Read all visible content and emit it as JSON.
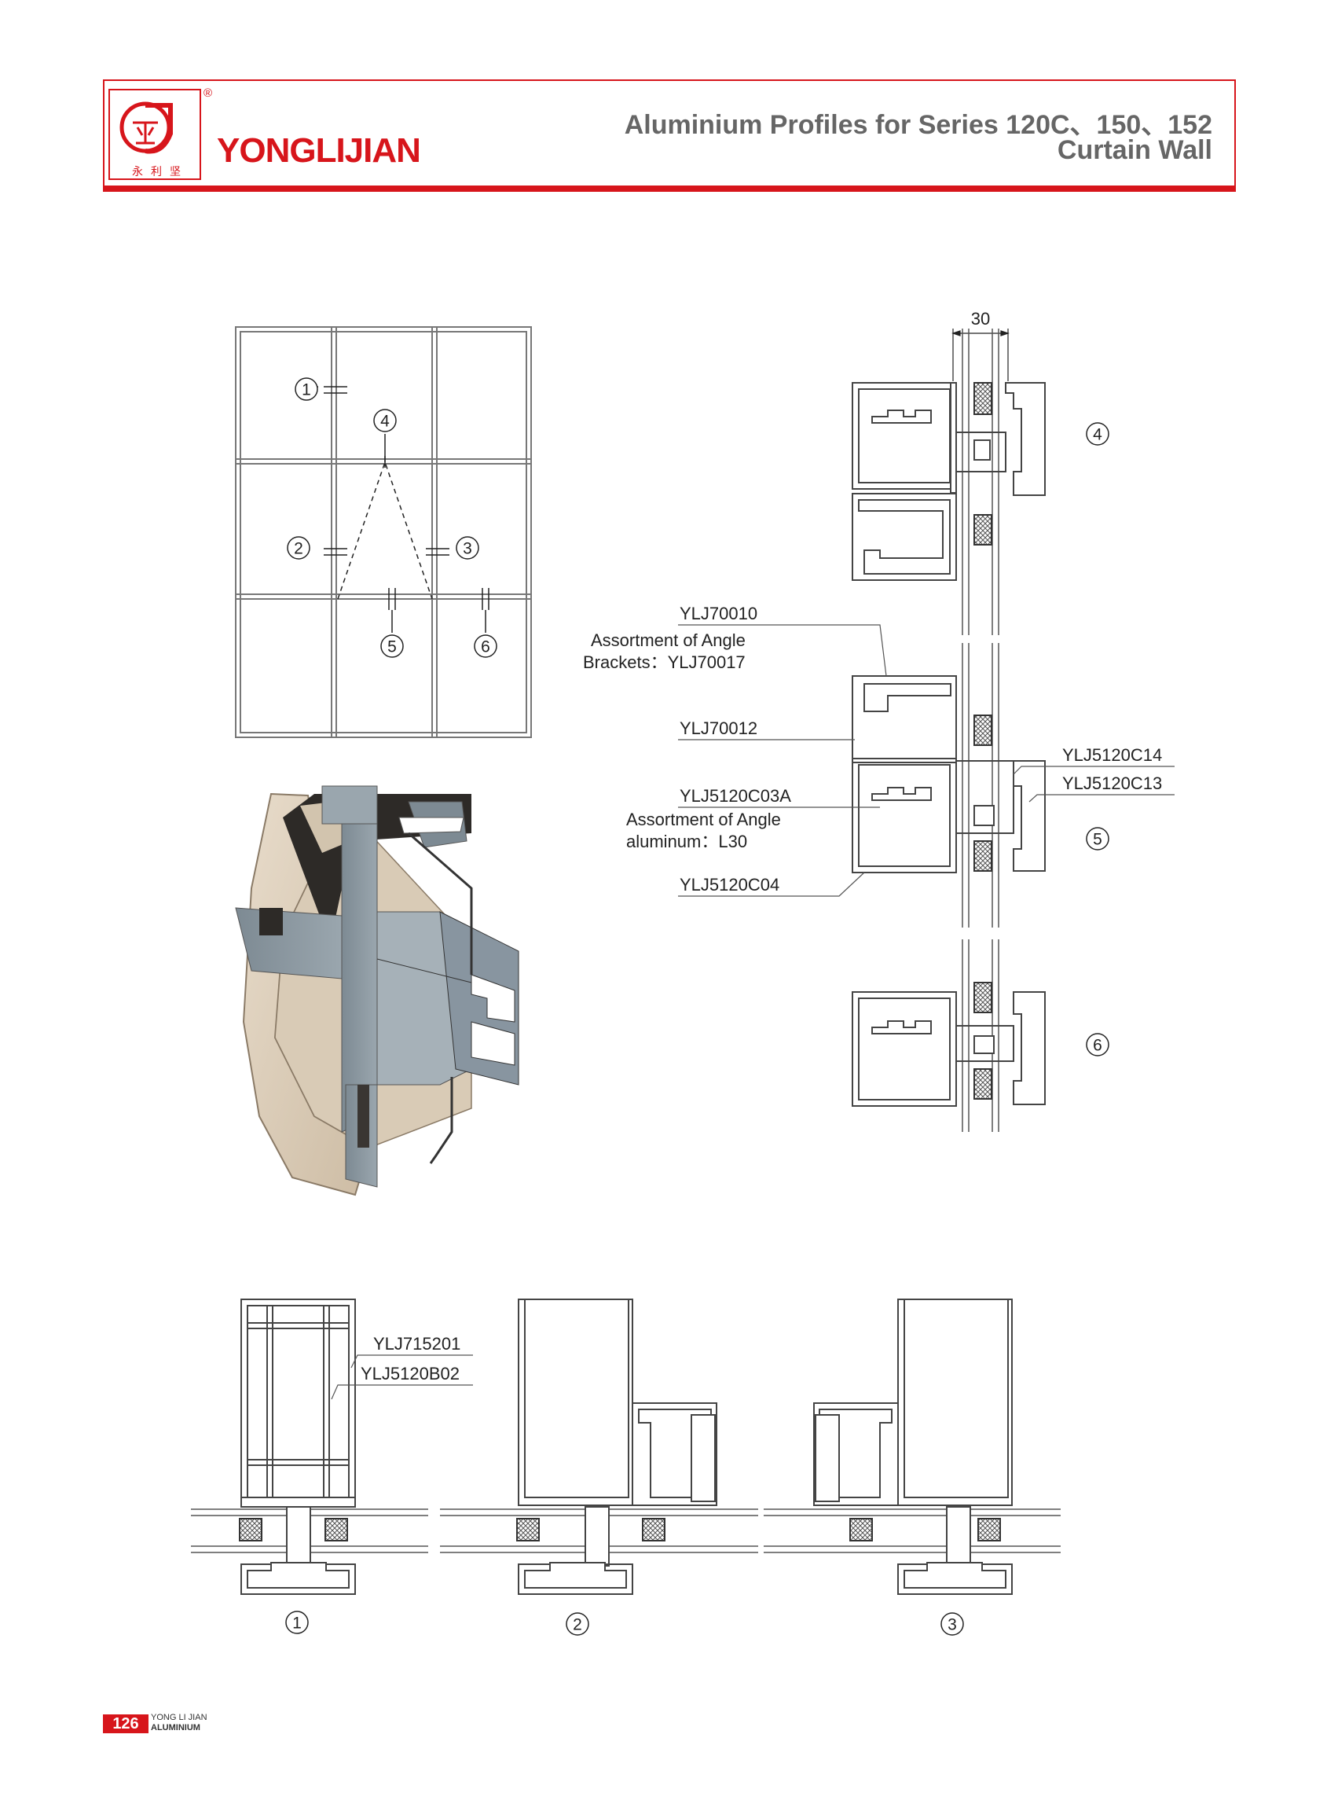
{
  "header": {
    "brand": "YONGLIJIAN",
    "brand_cn": "永利坚",
    "registered": "®",
    "title_line1": "Aluminium Profiles for Series 120C、150、152",
    "title_line2": "Curtain Wall",
    "accent_color": "#d7151b"
  },
  "elevation": {
    "markers": [
      "1",
      "2",
      "3",
      "4",
      "5",
      "6"
    ]
  },
  "vertical_section": {
    "dimension": "30",
    "markers": [
      "4",
      "5",
      "6"
    ],
    "labels": {
      "ylj70010": "YLJ70010",
      "angle_brackets_1": "Assortment of Angle",
      "angle_brackets_2": "Brackets：YLJ70017",
      "ylj70012": "YLJ70012",
      "ylj5120c03a": "YLJ5120C03A",
      "angle_alu_1": "Assortment of Angle",
      "angle_alu_2": "aluminum：L30",
      "ylj5120c04": "YLJ5120C04",
      "ylj5120c14": "YLJ5120C14",
      "ylj5120c13": "YLJ5120C13"
    }
  },
  "horizontal_sections": {
    "labels": {
      "ylj715201": "YLJ715201",
      "ylj5120b02": "YLJ5120B02"
    },
    "markers": [
      "1",
      "2",
      "3"
    ]
  },
  "footer": {
    "page_number": "126",
    "line1": "YONG LI JIAN",
    "line2": "ALUMINIUM"
  }
}
